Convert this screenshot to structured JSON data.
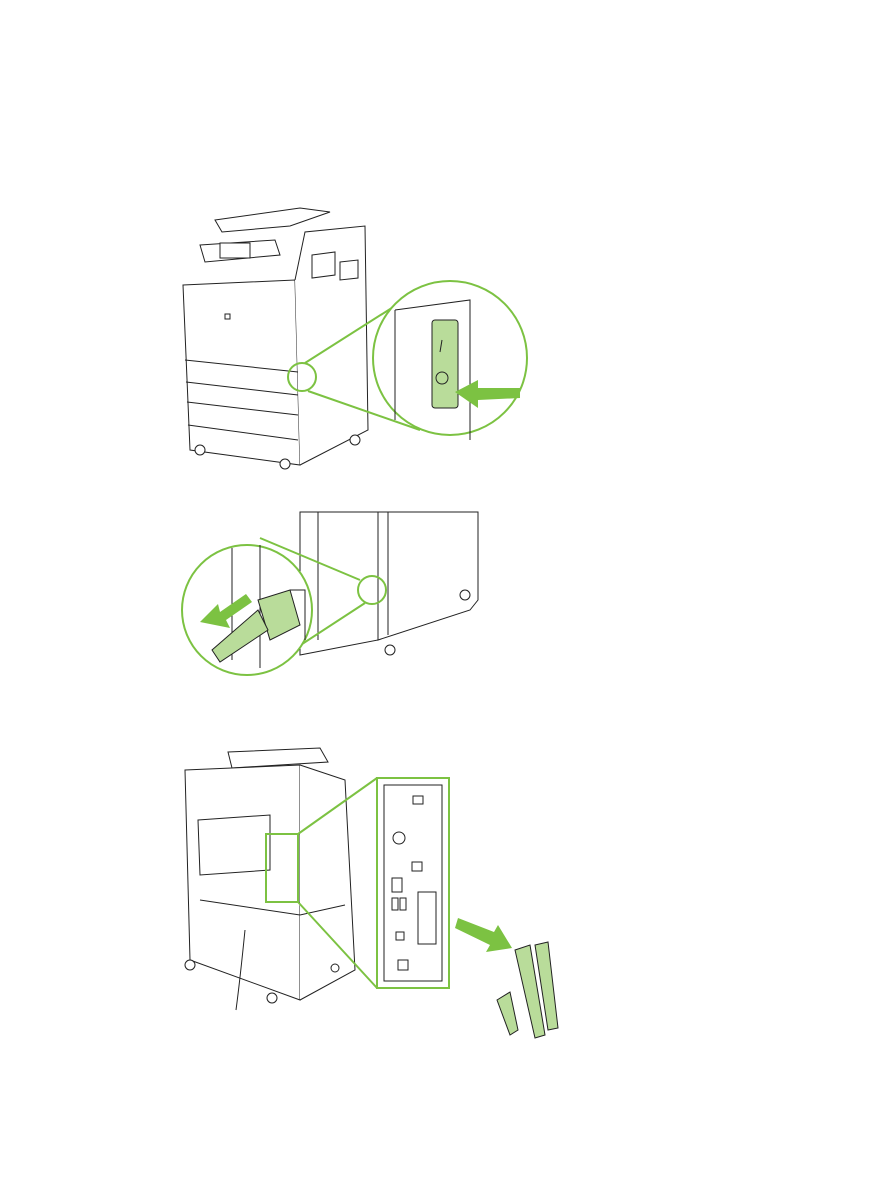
{
  "page": {
    "figures": [
      {
        "id": "power-switch-off",
        "icon": "power-switch-icon"
      },
      {
        "id": "unplug-power-cord",
        "icon": "power-cord-icon"
      },
      {
        "id": "disconnect-interface-cables",
        "icon": "usb-cable-icon"
      }
    ],
    "colors": {
      "accent": "#7cc242",
      "highlight_fill": "#b9dc9a",
      "line": "#222222"
    }
  }
}
